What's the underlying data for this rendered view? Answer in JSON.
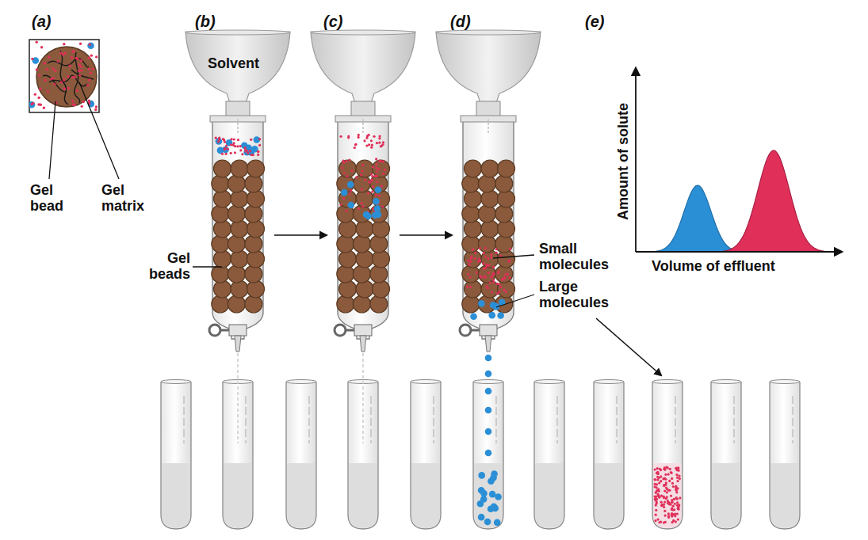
{
  "diagram": {
    "labels": [
      "(a)",
      "(b)",
      "(c)",
      "(d)",
      "(e)",
      "Gel bead",
      "Gel matrix",
      "Solvent",
      "Gel beads",
      "Small molecules",
      "Large molecules",
      "Amount of solute",
      "Volume of effluent"
    ]
  }
}
